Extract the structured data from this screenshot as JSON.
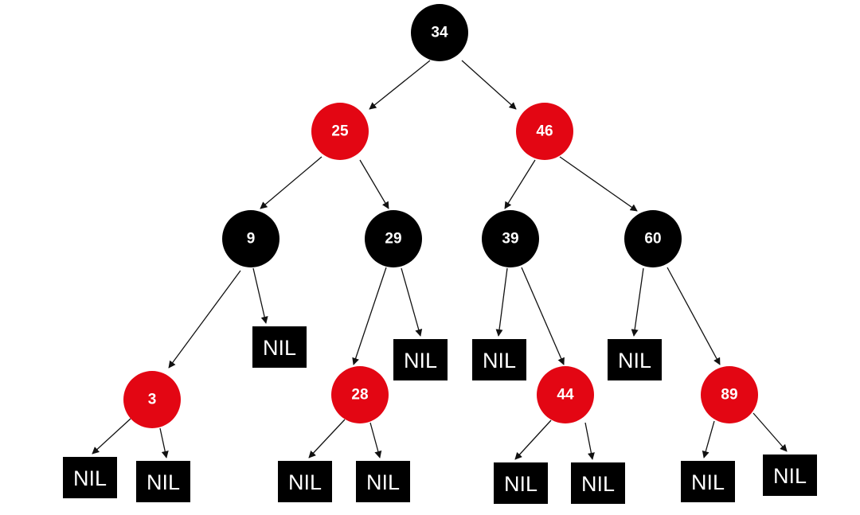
{
  "colors": {
    "red": "#e30613",
    "black": "#000000",
    "text": "#ffffff",
    "edge": "#111111"
  },
  "nodes": [
    {
      "id": "n34",
      "label": "34",
      "color": "black"
    },
    {
      "id": "n25",
      "label": "25",
      "color": "red"
    },
    {
      "id": "n46",
      "label": "46",
      "color": "red"
    },
    {
      "id": "n9",
      "label": "9",
      "color": "black"
    },
    {
      "id": "n29",
      "label": "29",
      "color": "black"
    },
    {
      "id": "n39",
      "label": "39",
      "color": "black"
    },
    {
      "id": "n60",
      "label": "60",
      "color": "black"
    },
    {
      "id": "n3",
      "label": "3",
      "color": "red"
    },
    {
      "id": "n28",
      "label": "28",
      "color": "red"
    },
    {
      "id": "n44",
      "label": "44",
      "color": "red"
    },
    {
      "id": "n89",
      "label": "89",
      "color": "red"
    }
  ],
  "nil_label": "NIL",
  "edges": [
    [
      "n34",
      "n25"
    ],
    [
      "n34",
      "n46"
    ],
    [
      "n25",
      "n9"
    ],
    [
      "n25",
      "n29"
    ],
    [
      "n46",
      "n39"
    ],
    [
      "n46",
      "n60"
    ],
    [
      "n9",
      "n3"
    ],
    [
      "n9",
      "nil1"
    ],
    [
      "n29",
      "n28"
    ],
    [
      "n29",
      "nil2"
    ],
    [
      "n39",
      "nil3"
    ],
    [
      "n39",
      "n44"
    ],
    [
      "n60",
      "nil4"
    ],
    [
      "n60",
      "n89"
    ],
    [
      "n3",
      "nil5"
    ],
    [
      "n3",
      "nil6"
    ],
    [
      "n28",
      "nil7"
    ],
    [
      "n28",
      "nil8"
    ],
    [
      "n44",
      "nil9"
    ],
    [
      "n44",
      "nil10"
    ],
    [
      "n89",
      "nil11"
    ],
    [
      "n89",
      "nil12"
    ]
  ]
}
